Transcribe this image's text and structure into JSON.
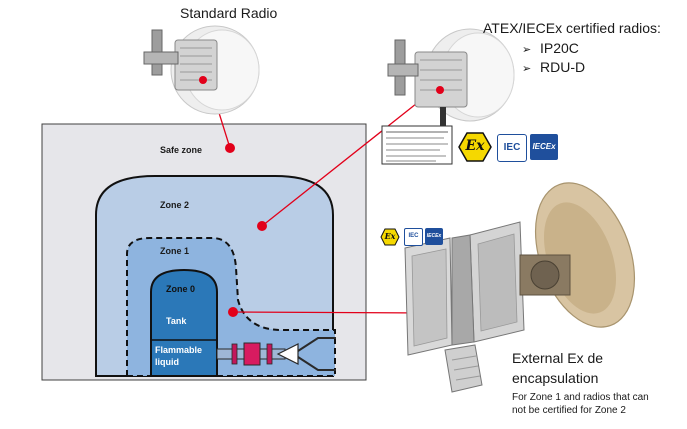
{
  "radios": {
    "standard_label": "Standard Radio",
    "atex_label": "ATEX/IECEx certified radios:",
    "atex_items": [
      {
        "bullet": "➢",
        "text": "IP20C"
      },
      {
        "bullet": "➢",
        "text": "RDU-D"
      }
    ]
  },
  "zones": {
    "safe": "Safe zone",
    "zone2": "Zone 2",
    "zone1": "Zone 1",
    "zone0": "Zone 0",
    "tank": "Tank",
    "liquid_line1": "Flammable",
    "liquid_line2": "liquid"
  },
  "encapsulation": {
    "title_line1": "External Ex de",
    "title_line2": "encapsulation",
    "note_line1": "For Zone 1 and radios that can",
    "note_line2": "not be certified for Zone 2"
  },
  "certifications": {
    "ex": "Ex",
    "iec": "IEC",
    "iecex": "IECEx"
  },
  "colors": {
    "safe_zone": "#e6e6ea",
    "zone2": "#b9cde6",
    "zone1": "#8eb4df",
    "zone0": "#2b78b8",
    "connector_dot": "#e2001a",
    "ex_yellow": "#f5d800",
    "iec_blue": "#1f4f9c"
  }
}
